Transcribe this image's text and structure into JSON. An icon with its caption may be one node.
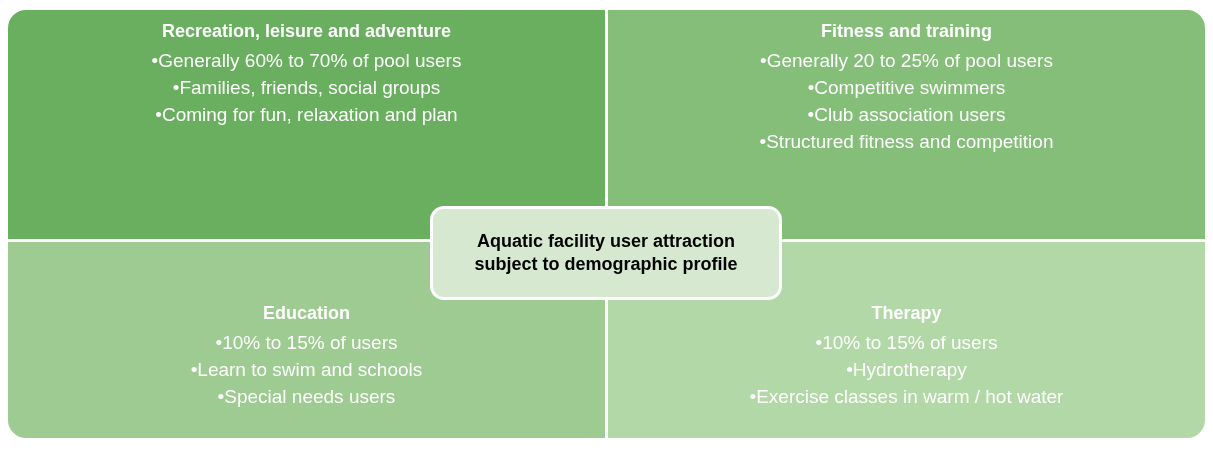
{
  "diagram": {
    "nodes": [
      {
        "text": [
          "Recreation, leisure and adventure",
          "•Generally 60% to 70% of pool users",
          "•Families, friends, social groups",
          "•Coming for fun, relaxation and plan"
        ]
      },
      {
        "text": [
          "Fitness and training",
          "•Generally 20 to 25% of pool users",
          "•Competitive swimmers",
          "•Club association users",
          "•Structured fitness and competition"
        ]
      },
      {
        "text": [
          "Education",
          "•10% to 15% of users",
          "•Learn to swim and schools",
          "•Special needs users"
        ]
      },
      {
        "text": [
          "Therapy",
          "•10% to 15% of users",
          "•Hydrotherapy",
          "•Exercise classes in warm / hot water"
        ]
      },
      {
        "text": [
          "Aquatic facility user attraction subject to demographic profile"
        ]
      }
    ]
  }
}
